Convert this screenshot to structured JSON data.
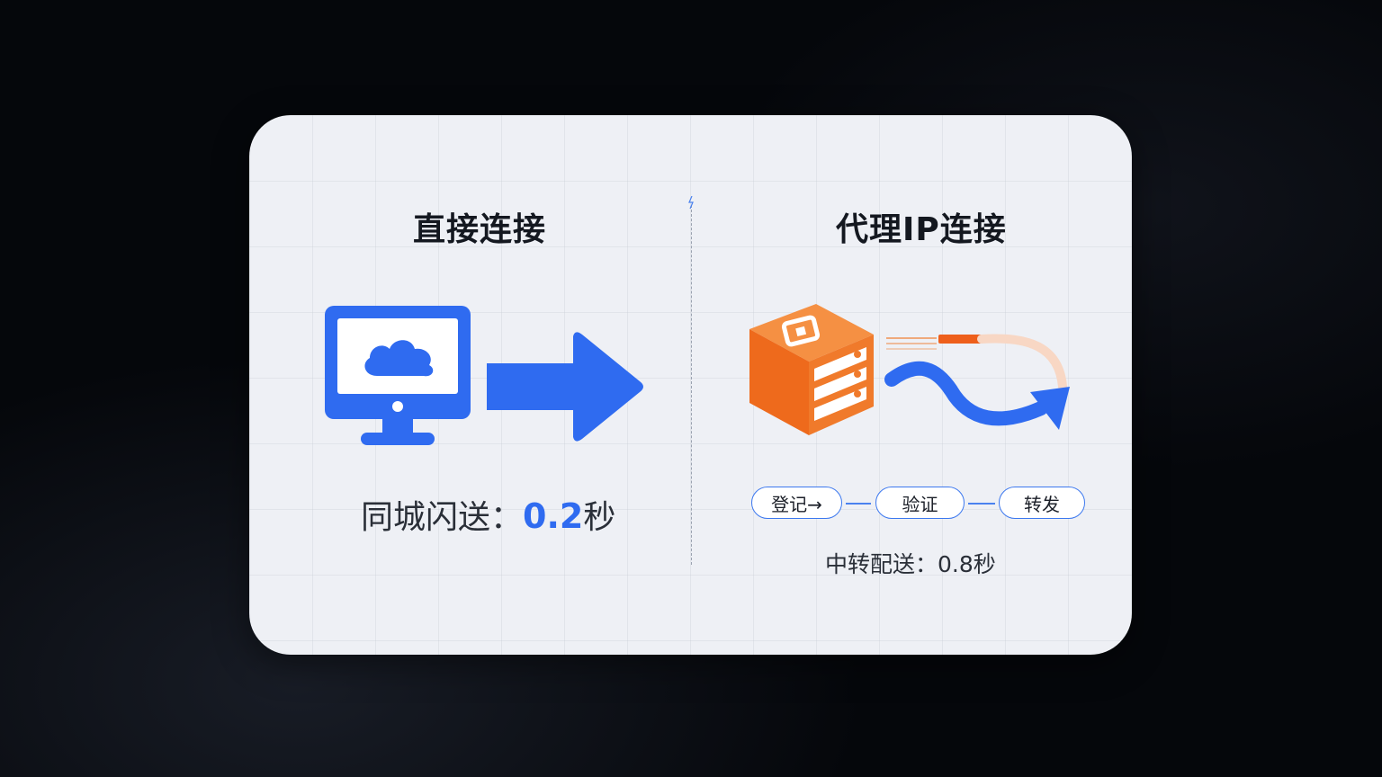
{
  "left": {
    "title": "直接连接",
    "speed_label": "同城闪送：",
    "speed_value": "0.2",
    "speed_unit": "秒"
  },
  "right": {
    "title": "代理IP连接",
    "steps": [
      "登记→",
      "验证",
      "转发"
    ],
    "speed_text": "中转配送：0.8秒"
  },
  "colors": {
    "accent_blue": "#2f6bf0",
    "accent_orange": "#f07a2b",
    "card_bg": "#eef0f5",
    "page_bg": "#05070b"
  },
  "icons": [
    "monitor-cloud-icon",
    "right-arrow-icon",
    "server-box-icon",
    "route-arrow-icon"
  ]
}
